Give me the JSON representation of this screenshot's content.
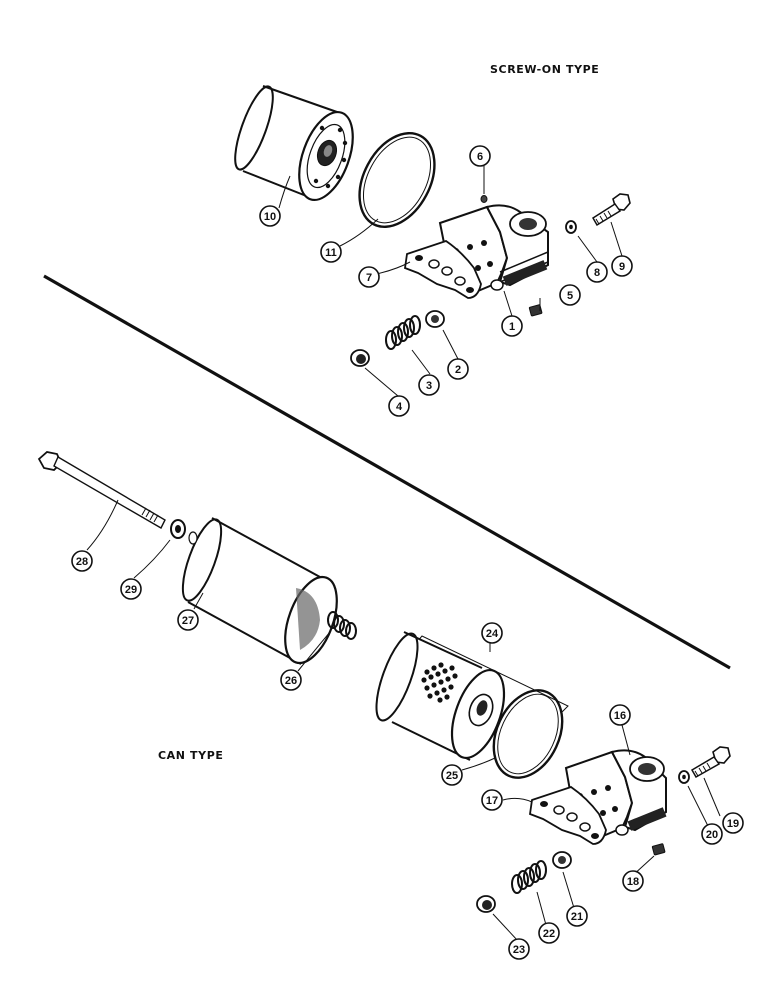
{
  "captions": {
    "screw_on": "SCREW-ON TYPE",
    "can": "CAN TYPE"
  },
  "callouts": {
    "c1": "1",
    "c2": "2",
    "c3": "3",
    "c4": "4",
    "c5": "5",
    "c6": "6",
    "c7": "7",
    "c8": "8",
    "c9": "9",
    "c10": "10",
    "c11": "11",
    "c16": "16",
    "c17": "17",
    "c18": "18",
    "c19": "19",
    "c20": "20",
    "c21": "21",
    "c22": "22",
    "c23": "23",
    "c24": "24",
    "c25": "25",
    "c26": "26",
    "c27": "27",
    "c28": "28",
    "c29": "29"
  }
}
